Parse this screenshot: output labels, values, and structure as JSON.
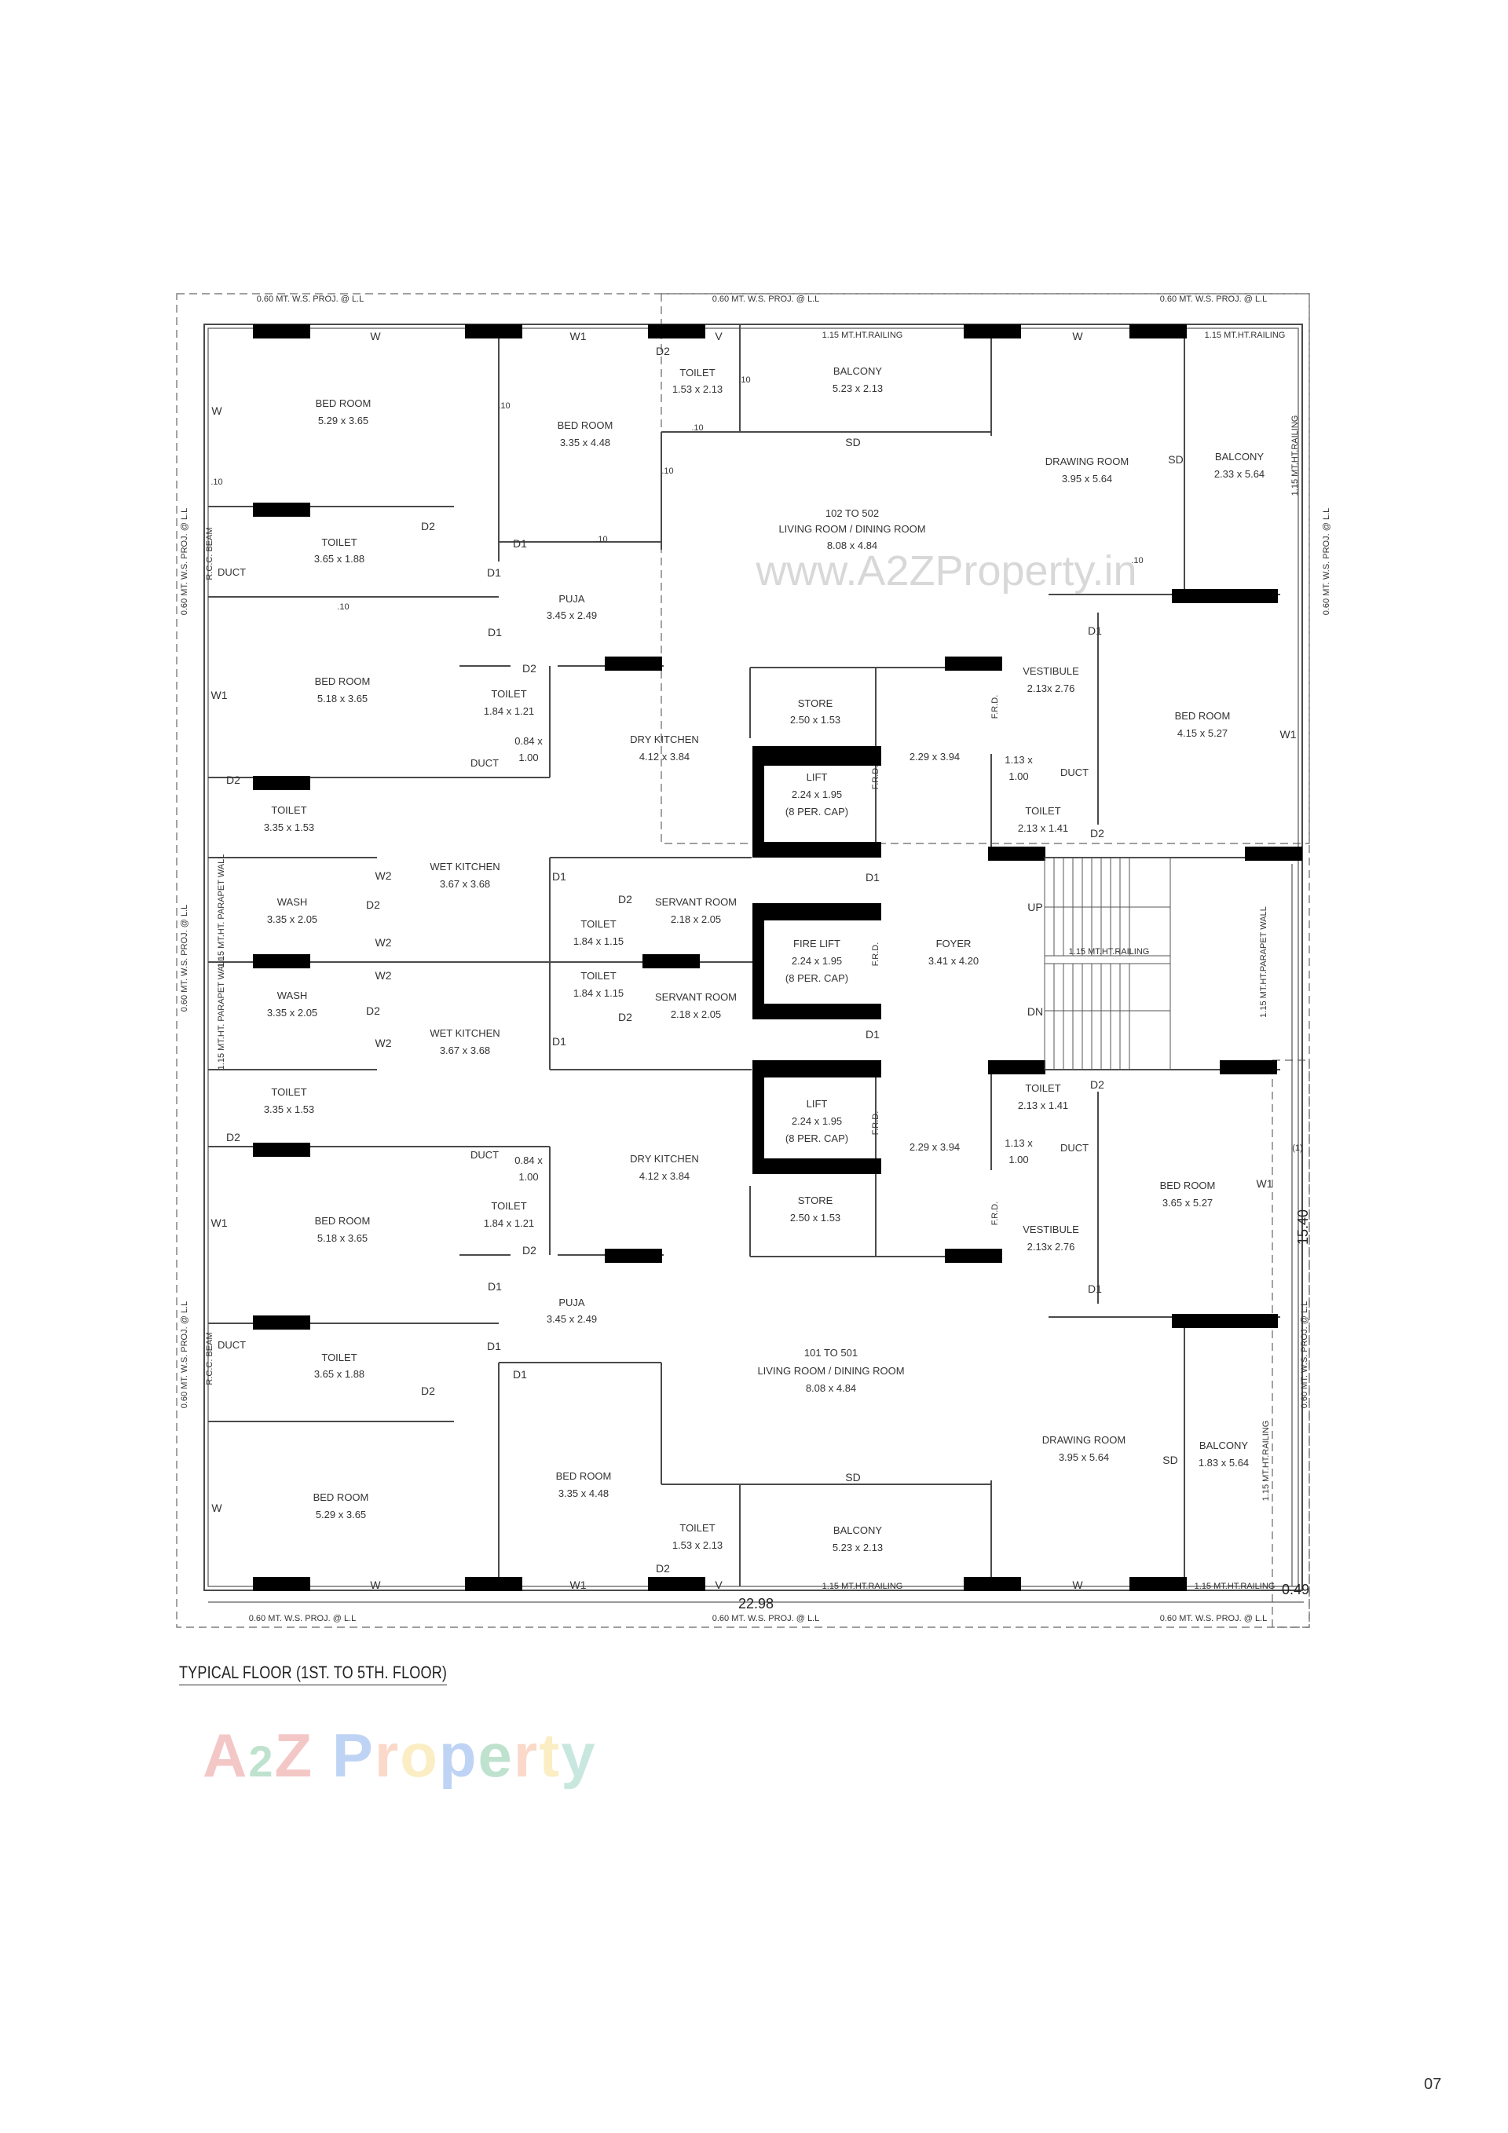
{
  "page": {
    "title": "TYPICAL FLOOR (1ST. TO 5TH. FLOOR)",
    "number": "07"
  },
  "watermark": {
    "url_text": "www.A2ZProperty.in",
    "logo_parts": [
      "A",
      "2",
      "Z",
      " ",
      "P",
      "r",
      "o",
      "p",
      "e",
      "r",
      "t",
      "y"
    ],
    "logo_colors": [
      "#e05555",
      "#3aa66a",
      "#e05555",
      "#ffffff",
      "#3b7be0",
      "#f08a5d",
      "#f5c84c",
      "#3b7be0",
      "#3aa66a",
      "#f08a5d",
      "#f5c84c",
      "#57b89a"
    ]
  },
  "annotations": {
    "ws_proj": "0.60 MT. W.S. PROJ. @ L.L",
    "railing": "1.15 MT.HT.RAILING",
    "parapet": "1.15 MT.HT. PARAPET WALL",
    "parapet_right": "1.15 MT.HT.PARAPET WALL",
    "rcc_beam": "R.C.C. BEAM",
    "frd": "F.R.D.",
    "up": "UP",
    "dn": "DN",
    "dim_width": "22.98",
    "dim_depth": "15.40",
    "dim_offset": "0.49",
    "grid_marker": "(1)",
    "wall_thk": ".10"
  },
  "tags": {
    "w": "W",
    "w1": "W1",
    "w2": "W2",
    "d1": "D1",
    "d2": "D2",
    "v": "V",
    "sd": "SD"
  },
  "units": {
    "top": {
      "label": "102 TO 502",
      "living": "LIVING ROOM / DINING ROOM",
      "living_dim": "8.08 x 4.84"
    },
    "bottom": {
      "label": "101 TO 501",
      "living": "LIVING ROOM / DINING ROOM",
      "living_dim": "8.08 x 4.84"
    }
  },
  "rooms": {
    "top_bed1": {
      "name": "BED ROOM",
      "dim": "5.29 x 3.65"
    },
    "top_bed2": {
      "name": "BED ROOM",
      "dim": "3.35 x 4.48"
    },
    "top_toilet1": {
      "name": "TOILET",
      "dim": "1.53 x 2.13"
    },
    "top_balcony1": {
      "name": "BALCONY",
      "dim": "5.23 x 2.13"
    },
    "top_drawing": {
      "name": "DRAWING ROOM",
      "dim": "3.95 x 5.64"
    },
    "top_balcony2": {
      "name": "BALCONY",
      "dim": "2.33 x 5.64"
    },
    "top_toilet2": {
      "name": "TOILET",
      "dim": "3.65 x 1.88"
    },
    "top_duct1": {
      "name": "DUCT"
    },
    "top_puja": {
      "name": "PUJA",
      "dim": "3.45 x 2.49"
    },
    "top_bed3": {
      "name": "BED ROOM",
      "dim": "5.18 x 3.65"
    },
    "top_toilet3": {
      "name": "TOILET",
      "dim": "1.84 x 1.21"
    },
    "top_duct2": {
      "name": "DUCT",
      "dim1": "0.84 x",
      "dim2": "1.00"
    },
    "top_drykitchen": {
      "name": "DRY KITCHEN",
      "dim": "4.12 x 3.84"
    },
    "top_store": {
      "name": "STORE",
      "dim": "2.50 x 1.53"
    },
    "top_lobby": {
      "dim": "2.29 x 3.94"
    },
    "top_vestibule": {
      "name": "VESTIBULE",
      "dim": "2.13x 2.76"
    },
    "top_bed4": {
      "name": "BED ROOM",
      "dim": "4.15 x 5.27"
    },
    "top_duct3": {
      "name": "DUCT",
      "dim1": "1.13 x",
      "dim2": "1.00"
    },
    "top_toilet4": {
      "name": "TOILET",
      "dim": "2.13 x 1.41"
    },
    "top_toilet5": {
      "name": "TOILET",
      "dim": "3.35 x 1.53"
    },
    "lift1": {
      "name": "LIFT",
      "dim": "2.24 x 1.95",
      "cap": "(8 PER. CAP)"
    },
    "top_wash": {
      "name": "WASH",
      "dim": "3.35 x 2.05"
    },
    "top_wetkitchen": {
      "name": "WET KITCHEN",
      "dim": "3.67 x 3.68"
    },
    "top_svtoilet": {
      "name": "TOILET",
      "dim": "1.84 x 1.15"
    },
    "top_servant": {
      "name": "SERVANT ROOM",
      "dim": "2.18 x 2.05"
    },
    "firelift": {
      "name": "FIRE LIFT",
      "dim": "2.24 x 1.95",
      "cap": "(8 PER. CAP)"
    },
    "foyer": {
      "name": "FOYER",
      "dim": "3.41 x 4.20"
    },
    "bot_wash": {
      "name": "WASH",
      "dim": "3.35 x 2.05"
    },
    "bot_wetkitchen": {
      "name": "WET KITCHEN",
      "dim": "3.67 x 3.68"
    },
    "bot_svtoilet": {
      "name": "TOILET",
      "dim": "1.84 x 1.15"
    },
    "bot_servant": {
      "name": "SERVANT ROOM",
      "dim": "2.18 x 2.05"
    },
    "bot_toilet5": {
      "name": "TOILET",
      "dim": "3.35 x 1.53"
    },
    "lift2": {
      "name": "LIFT",
      "dim": "2.24 x 1.95",
      "cap": "(8 PER. CAP)"
    },
    "bot_lobby": {
      "dim": "2.29 x 3.94"
    },
    "bot_toilet4": {
      "name": "TOILET",
      "dim": "2.13 x 1.41"
    },
    "bot_duct3": {
      "name": "DUCT",
      "dim1": "1.13 x",
      "dim2": "1.00"
    },
    "bot_duct2": {
      "name": "DUCT",
      "dim1": "0.84 x",
      "dim2": "1.00"
    },
    "bot_drykitchen": {
      "name": "DRY KITCHEN",
      "dim": "4.12 x 3.84"
    },
    "bot_bed4": {
      "name": "BED ROOM",
      "dim": "3.65 x 5.27"
    },
    "bot_bed3": {
      "name": "BED ROOM",
      "dim": "5.18 x 3.65"
    },
    "bot_toilet3": {
      "name": "TOILET",
      "dim": "1.84 x 1.21"
    },
    "bot_store": {
      "name": "STORE",
      "dim": "2.50 x 1.53"
    },
    "bot_vestibule": {
      "name": "VESTIBULE",
      "dim": "2.13x 2.76"
    },
    "bot_puja": {
      "name": "PUJA",
      "dim": "3.45 x 2.49"
    },
    "bot_duct1": {
      "name": "DUCT"
    },
    "bot_toilet2": {
      "name": "TOILET",
      "dim": "3.65 x 1.88"
    },
    "bot_drawing": {
      "name": "DRAWING ROOM",
      "dim": "3.95 x 5.64"
    },
    "bot_balcony2": {
      "name": "BALCONY",
      "dim": "1.83 x 5.64"
    },
    "bot_bed2": {
      "name": "BED ROOM",
      "dim": "3.35 x 4.48"
    },
    "bot_bed1": {
      "name": "BED ROOM",
      "dim": "5.29 x 3.65"
    },
    "bot_toilet1": {
      "name": "TOILET",
      "dim": "1.53 x 2.13"
    },
    "bot_balcony1": {
      "name": "BALCONY",
      "dim": "5.23 x 2.13"
    }
  }
}
